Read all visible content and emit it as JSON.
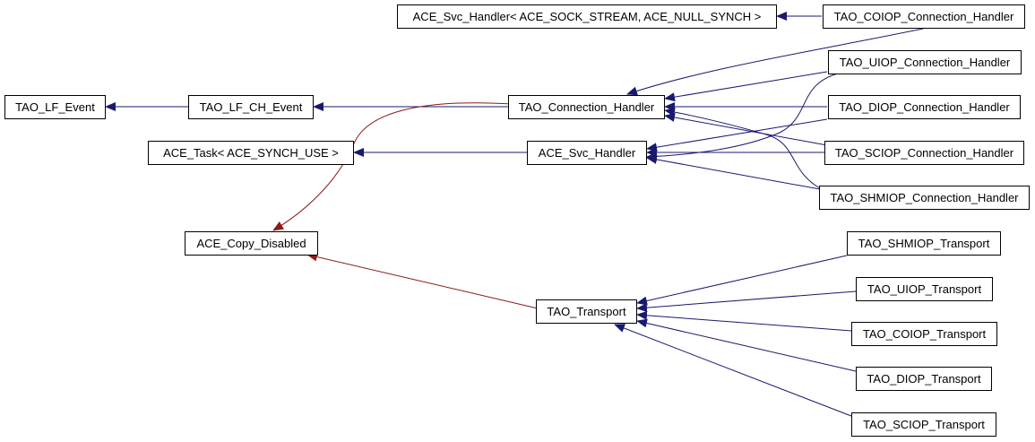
{
  "colors": {
    "inheritance": "#191970",
    "usage": "#8b1a1a",
    "node_border": "#000000",
    "node_fill": "#ffffff",
    "background": "#ffffff"
  },
  "nodes": [
    {
      "id": "ace_svc_handler_sock",
      "label": "ACE_Svc_Handler< ACE_SOCK_STREAM, ACE_NULL_SYNCH >"
    },
    {
      "id": "tao_coiop_connection_handler",
      "label": "TAO_COIOP_Connection_Handler"
    },
    {
      "id": "tao_uiop_connection_handler",
      "label": "TAO_UIOP_Connection_Handler"
    },
    {
      "id": "tao_lf_event",
      "label": "TAO_LF_Event"
    },
    {
      "id": "tao_lf_ch_event",
      "label": "TAO_LF_CH_Event"
    },
    {
      "id": "tao_connection_handler",
      "label": "TAO_Connection_Handler"
    },
    {
      "id": "tao_diop_connection_handler",
      "label": "TAO_DIOP_Connection_Handler"
    },
    {
      "id": "ace_task_synch",
      "label": "ACE_Task< ACE_SYNCH_USE >"
    },
    {
      "id": "ace_svc_handler",
      "label": "ACE_Svc_Handler"
    },
    {
      "id": "tao_sciop_connection_handler",
      "label": "TAO_SCIOP_Connection_Handler"
    },
    {
      "id": "tao_shmiop_connection_handler",
      "label": "TAO_SHMIOP_Connection_Handler"
    },
    {
      "id": "ace_copy_disabled",
      "label": "ACE_Copy_Disabled"
    },
    {
      "id": "tao_shmiop_transport",
      "label": "TAO_SHMIOP_Transport"
    },
    {
      "id": "tao_uiop_transport",
      "label": "TAO_UIOP_Transport"
    },
    {
      "id": "tao_transport",
      "label": "TAO_Transport"
    },
    {
      "id": "tao_coiop_transport",
      "label": "TAO_COIOP_Transport"
    },
    {
      "id": "tao_diop_transport",
      "label": "TAO_DIOP_Transport"
    },
    {
      "id": "tao_sciop_transport",
      "label": "TAO_SCIOP_Transport"
    }
  ],
  "edges": [
    {
      "from": "tao_coiop_connection_handler",
      "to": "ace_svc_handler_sock",
      "kind": "inheritance"
    },
    {
      "from": "tao_coiop_connection_handler",
      "to": "tao_connection_handler",
      "kind": "inheritance"
    },
    {
      "from": "tao_uiop_connection_handler",
      "to": "tao_connection_handler",
      "kind": "inheritance"
    },
    {
      "from": "tao_diop_connection_handler",
      "to": "tao_connection_handler",
      "kind": "inheritance"
    },
    {
      "from": "tao_sciop_connection_handler",
      "to": "tao_connection_handler",
      "kind": "inheritance"
    },
    {
      "from": "tao_shmiop_connection_handler",
      "to": "tao_connection_handler",
      "kind": "inheritance"
    },
    {
      "from": "tao_uiop_connection_handler",
      "to": "ace_svc_handler",
      "kind": "inheritance"
    },
    {
      "from": "tao_diop_connection_handler",
      "to": "ace_svc_handler",
      "kind": "inheritance"
    },
    {
      "from": "tao_sciop_connection_handler",
      "to": "ace_svc_handler",
      "kind": "inheritance"
    },
    {
      "from": "tao_shmiop_connection_handler",
      "to": "ace_svc_handler",
      "kind": "inheritance"
    },
    {
      "from": "tao_connection_handler",
      "to": "tao_lf_ch_event",
      "kind": "inheritance"
    },
    {
      "from": "tao_lf_ch_event",
      "to": "tao_lf_event",
      "kind": "inheritance"
    },
    {
      "from": "ace_svc_handler",
      "to": "ace_task_synch",
      "kind": "inheritance"
    },
    {
      "from": "tao_connection_handler",
      "to": "ace_copy_disabled",
      "kind": "usage"
    },
    {
      "from": "tao_transport",
      "to": "ace_copy_disabled",
      "kind": "usage"
    },
    {
      "from": "tao_shmiop_transport",
      "to": "tao_transport",
      "kind": "inheritance"
    },
    {
      "from": "tao_uiop_transport",
      "to": "tao_transport",
      "kind": "inheritance"
    },
    {
      "from": "tao_coiop_transport",
      "to": "tao_transport",
      "kind": "inheritance"
    },
    {
      "from": "tao_diop_transport",
      "to": "tao_transport",
      "kind": "inheritance"
    },
    {
      "from": "tao_sciop_transport",
      "to": "tao_transport",
      "kind": "inheritance"
    }
  ]
}
